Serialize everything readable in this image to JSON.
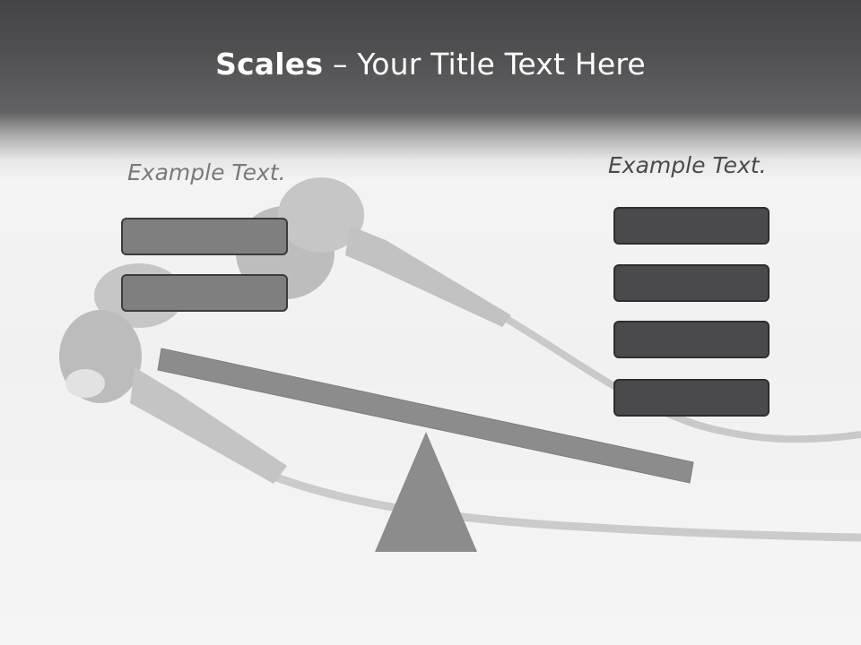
{
  "slide": {
    "title_bold": "Scales",
    "title_rest": " – Your Title Text Here"
  },
  "left_side": {
    "label": "Example Text.",
    "boxes": [
      "",
      ""
    ]
  },
  "right_side": {
    "label": "Example Text.",
    "boxes": [
      "",
      "",
      "",
      ""
    ]
  },
  "colors": {
    "header_dark": "#444446",
    "left_box_fill": "#7f7f7f",
    "right_box_fill": "#4a4a4c",
    "beam_and_fulcrum": "#8c8c8c",
    "left_label": "#7a7a7a",
    "right_label": "#4a4a4c"
  },
  "illustration": {
    "background_photo": "earphones-photo",
    "diagram": "seesaw-scale"
  }
}
